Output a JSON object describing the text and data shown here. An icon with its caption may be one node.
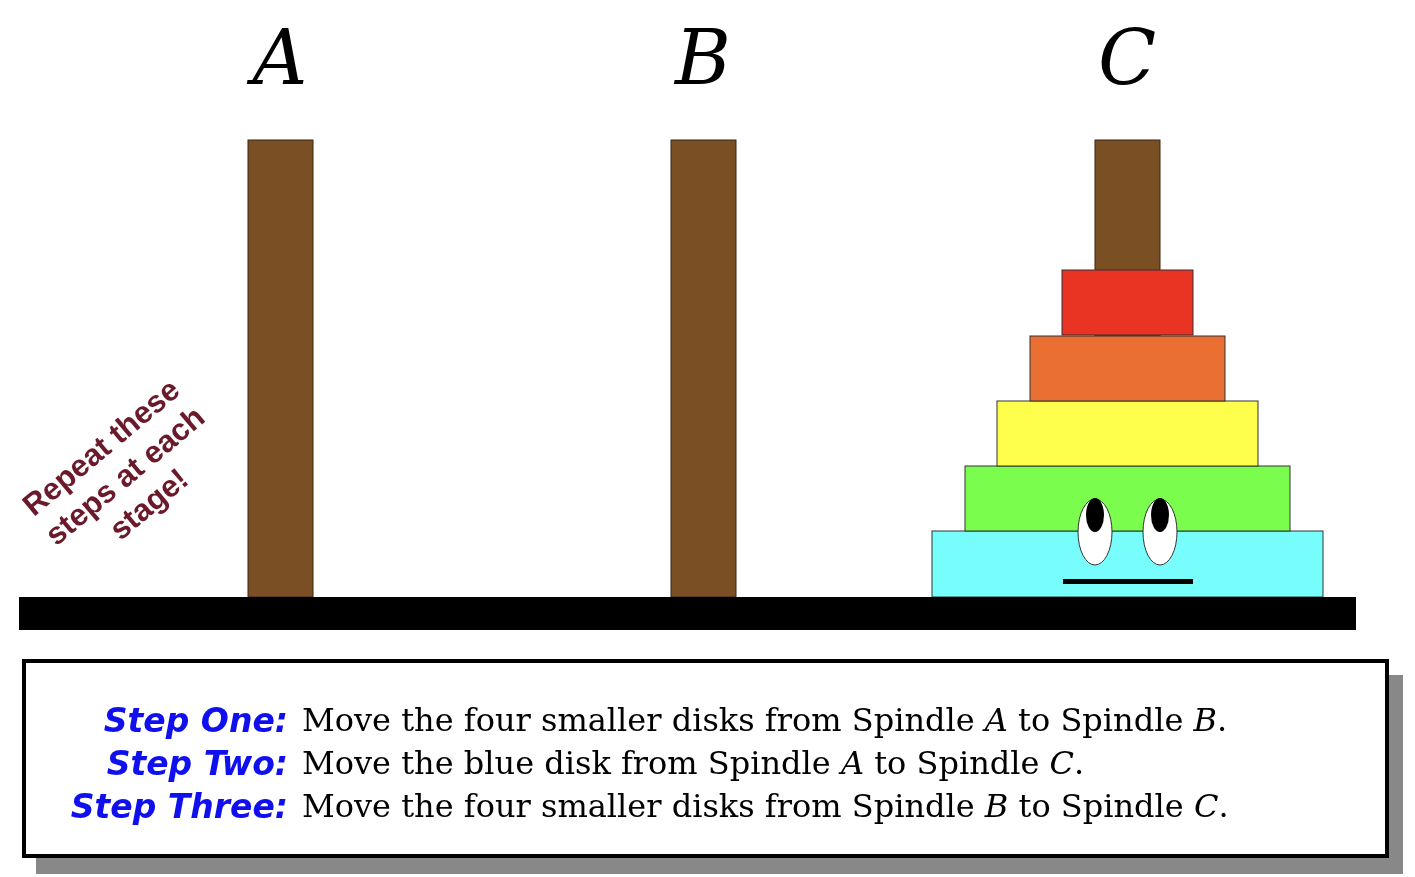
{
  "diagram": {
    "nodes": [
      {
        "text": [
          "Step One:",
          "Move the four smaller disks from Spindle *A* to Spindle *B*.",
          "Step Two:",
          "Move the blue disk from Spindle *A* to Spindle *C*.",
          "Step Three:",
          "Move the four smaller disks from Spindle *B* to Spindle *C*."
        ]
      }
    ],
    "labels": [
      "A",
      "B",
      "C",
      "Repeat these steps at each stage!"
    ]
  }
}
